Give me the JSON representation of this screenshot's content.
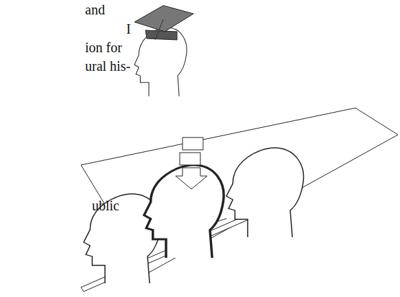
{
  "diagram": {
    "labels": [
      "and",
      "I",
      "ion for",
      "ural his-",
      "ublic"
    ]
  }
}
